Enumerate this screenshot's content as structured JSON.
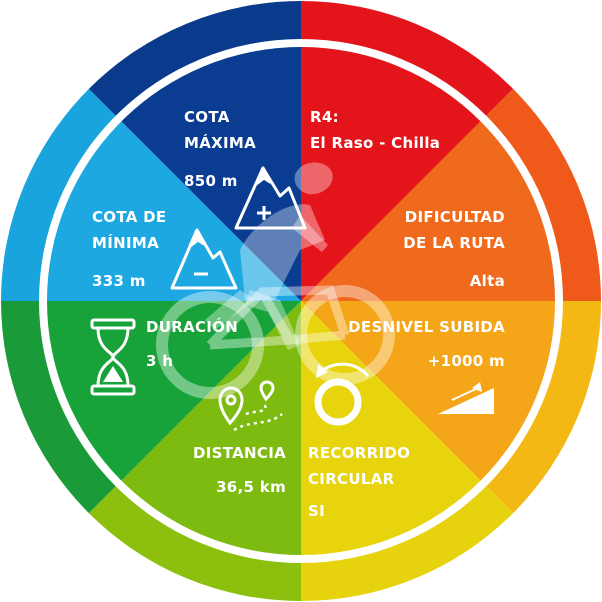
{
  "route": {
    "code": "R4:",
    "name": "El Raso - Chilla"
  },
  "stats": {
    "cota_maxima": {
      "label_line1": "COTA",
      "label_line2": "MÁXIMA",
      "value": "850 m"
    },
    "dificultad": {
      "label_line1": "DIFICULTAD",
      "label_line2": "DE LA RUTA",
      "value": "Alta"
    },
    "desnivel": {
      "label": "DESNIVEL SUBIDA",
      "value": "+1000 m"
    },
    "recorrido": {
      "label_line1": "RECORRIDO",
      "label_line2": "CIRCULAR",
      "value": "SI"
    },
    "distancia": {
      "label": "DISTANCIA",
      "value": "36,5 km"
    },
    "duracion": {
      "label": "DURACIÓN",
      "value": "3 h"
    },
    "cota_minima": {
      "label_line1": "COTA DE",
      "label_line2": "MÍNIMA",
      "value": "333 m"
    }
  },
  "icons": [
    "mountain-plus-icon",
    "mountain-minus-icon",
    "hourglass-icon",
    "map-pin-route-icon",
    "circular-arrow-icon",
    "slope-icon",
    "cyclist-icon"
  ],
  "colors": {
    "sector_top_left": "#0a3d91",
    "sector_top_right": "#e4141b",
    "sector_right_upper": "#f06a1e",
    "sector_right_lower": "#f5a518",
    "sector_bottom_right": "#e8d40c",
    "sector_bottom_left": "#7dbb10",
    "sector_left_lower": "#17a33a",
    "sector_left_upper": "#1da8e2"
  }
}
